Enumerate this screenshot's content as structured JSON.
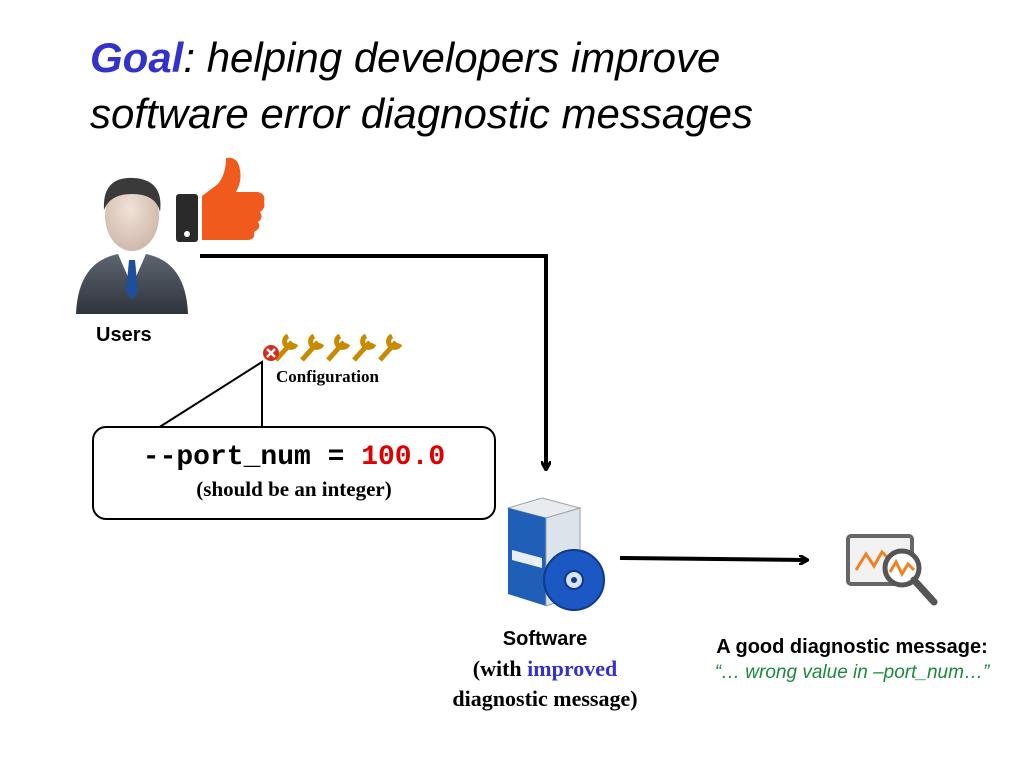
{
  "title": {
    "accent": "Goal",
    "rest_line1": ": helping developers improve",
    "line2": "software error diagnostic messages"
  },
  "users": {
    "label": "Users",
    "icon": "user-icon",
    "thumb_icon": "thumbs-up-icon"
  },
  "configuration": {
    "label": "Configuration",
    "icon": "wrench-icons"
  },
  "bubble": {
    "code_prefix": "--port_num = ",
    "code_value": "100.0",
    "note": "(should be an integer)"
  },
  "software": {
    "line1": "Software",
    "line2_prefix": "(with ",
    "line2_highlight": "improved",
    "line3": "diagnostic message)",
    "icon": "software-box-icon"
  },
  "good_message": {
    "line1": "A good diagnostic message:",
    "line2": "“… wrong value in –port_num…”",
    "icon": "chart-magnifier-icon"
  },
  "colors": {
    "accent": "#3333cc",
    "error_value": "#e00000",
    "message_green": "#1a8a3a",
    "thumb_orange": "#f05a1c"
  }
}
